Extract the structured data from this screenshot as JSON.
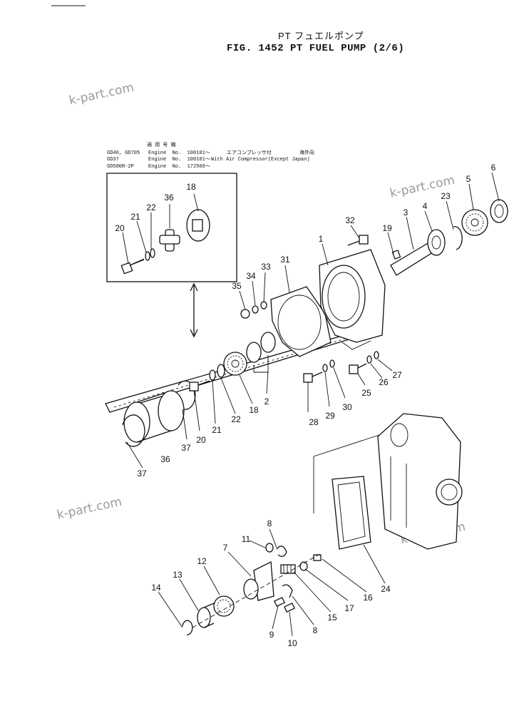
{
  "header": {
    "title_jp": "PT フュエルポンプ",
    "title_en": "FIG. 1452  PT FUEL PUMP (2/6)"
  },
  "watermarks": [
    "k-part.com",
    "k-part.com",
    "k-part.com",
    "k-part.com"
  ],
  "applicability": {
    "heading": "適 用 号 機",
    "rows": [
      {
        "model": "GD40, GD705",
        "engine": "Engine  No.  100101～",
        "note": "エアコンプレッサ付",
        "region": "海外向"
      },
      {
        "model": "GD37",
        "engine": "Engine  No.  100101～",
        "note": "With Air Compressor(Except Japan)",
        "region": ""
      },
      {
        "model": "GD500R-2P",
        "engine": "Engine  No.  172566～",
        "note": "",
        "region": ""
      }
    ]
  },
  "callouts": {
    "inset": [
      "18",
      "36",
      "22",
      "21",
      "20"
    ],
    "upper": [
      "6",
      "5",
      "23",
      "4",
      "3",
      "32",
      "19",
      "1",
      "31",
      "33",
      "34",
      "35",
      "2",
      "18",
      "22",
      "21",
      "20",
      "37",
      "36",
      "37",
      "28",
      "29",
      "30",
      "25",
      "26",
      "27"
    ],
    "lower": [
      "8",
      "11",
      "7",
      "12",
      "13",
      "14",
      "9",
      "10",
      "8",
      "15",
      "17",
      "16",
      "24"
    ]
  }
}
